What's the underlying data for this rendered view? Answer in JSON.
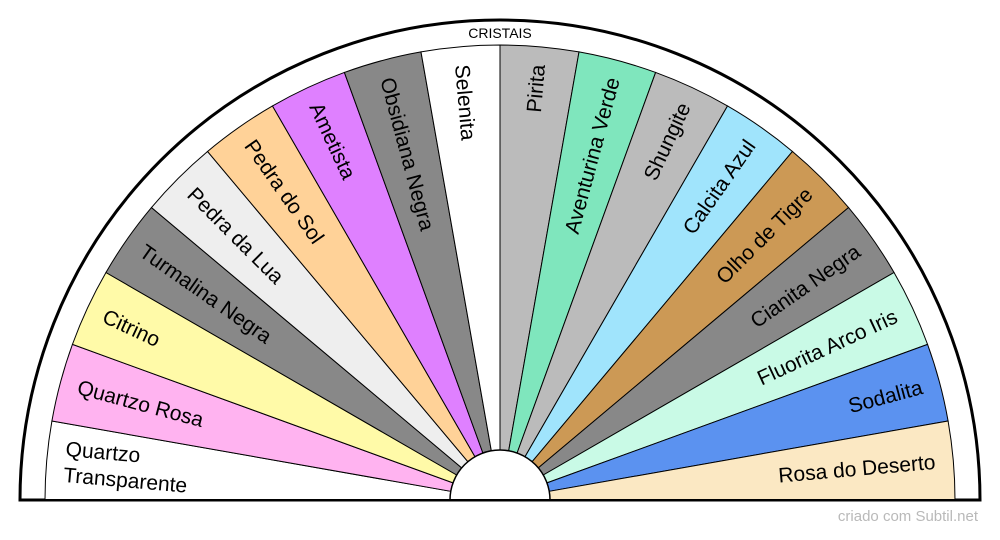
{
  "title": "CRISTAIS",
  "credit": "criado com Subtil.net",
  "segments": [
    {
      "label": [
        "Quartzo",
        "Transparente"
      ],
      "color": "#ffffff"
    },
    {
      "label": [
        "Quartzo Rosa"
      ],
      "color": "#ffb3f0"
    },
    {
      "label": [
        "Citrino"
      ],
      "color": "#fffaa8"
    },
    {
      "label": [
        "Turmalina Negra"
      ],
      "color": "#888888"
    },
    {
      "label": [
        "Pedra da Lua"
      ],
      "color": "#eeeeee"
    },
    {
      "label": [
        "Pedra do Sol"
      ],
      "color": "#ffd298"
    },
    {
      "label": [
        "Ametista"
      ],
      "color": "#df80ff"
    },
    {
      "label": [
        "Obsidiana Negra"
      ],
      "color": "#888888"
    },
    {
      "label": [
        "Selenita"
      ],
      "color": "#ffffff"
    },
    {
      "label": [
        "Pirita"
      ],
      "color": "#bbbbbb"
    },
    {
      "label": [
        "Aventurina Verde"
      ],
      "color": "#7fe6bd"
    },
    {
      "label": [
        "Shungite"
      ],
      "color": "#bbbbbb"
    },
    {
      "label": [
        "Calcita Azul"
      ],
      "color": "#a0e4fc"
    },
    {
      "label": [
        "Olho de Tigre"
      ],
      "color": "#cc9955"
    },
    {
      "label": [
        "Cianita Negra"
      ],
      "color": "#888888"
    },
    {
      "label": [
        "Fluorita Arco Iris"
      ],
      "color": "#c9fae6"
    },
    {
      "label": [
        "Sodalita"
      ],
      "color": "#5b92f0"
    },
    {
      "label": [
        "Rosa do Deserto"
      ],
      "color": "#fbe8c3"
    }
  ]
}
